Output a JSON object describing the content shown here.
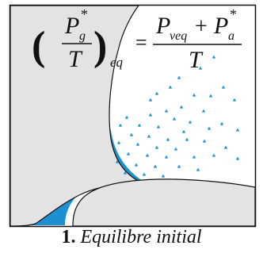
{
  "colors": {
    "grain": "#e3e3e3",
    "liquid": "#1e8fd0",
    "droplet": "#1e8fd0",
    "outline": "#111111",
    "frame": "#111111"
  },
  "equation": {
    "lhs_P": "P",
    "lhs_sub": "g",
    "lhs_star": "*",
    "lhs_T": "T",
    "lhs_eq_sub": "eq",
    "equals": "=",
    "rhs_P1": "P",
    "rhs_sub1": "veq",
    "plus": "+",
    "rhs_P2": "P",
    "rhs_sub2": "a",
    "rhs_star": "*",
    "rhs_T": "T"
  },
  "caption": {
    "number": "1.",
    "text": "Equilibre initial"
  }
}
